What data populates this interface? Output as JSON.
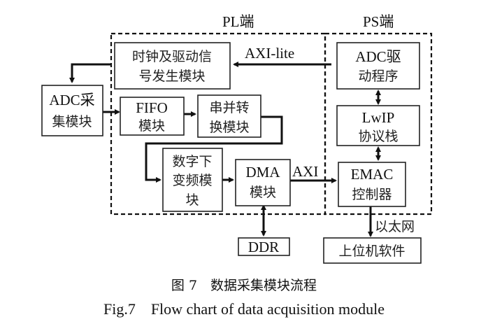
{
  "regions": {
    "pl": {
      "label": "PL端"
    },
    "ps": {
      "label": "PS端"
    }
  },
  "blocks": {
    "clock_driver": {
      "line1": "时钟及驱动信",
      "line2": "号发生模块"
    },
    "adc_acq": {
      "line1": "ADC采",
      "line2": "集模块"
    },
    "fifo": {
      "line1": "FIFO",
      "line2": "模块"
    },
    "serial_parallel": {
      "line1": "串并转",
      "line2": "换模块"
    },
    "ddc": {
      "line1": "数字下",
      "line2": "变频模",
      "line3": "块"
    },
    "dma": {
      "line1": "DMA",
      "line2": "模块"
    },
    "ddr": {
      "line1": "DDR"
    },
    "adc_driver": {
      "line1": "ADC驱",
      "line2": "动程序"
    },
    "lwip": {
      "line1": "LwIP",
      "line2": "协议栈"
    },
    "emac": {
      "line1": "EMAC",
      "line2": "控制器"
    },
    "host": {
      "line1": "上位机软件"
    }
  },
  "connections": {
    "axi_lite": "AXI-lite",
    "axi": "AXI",
    "ethernet": "以太网"
  },
  "caption": {
    "cn": "图 7　数据采集模块流程",
    "en": "Fig.7　Flow chart of data acquisition module"
  }
}
